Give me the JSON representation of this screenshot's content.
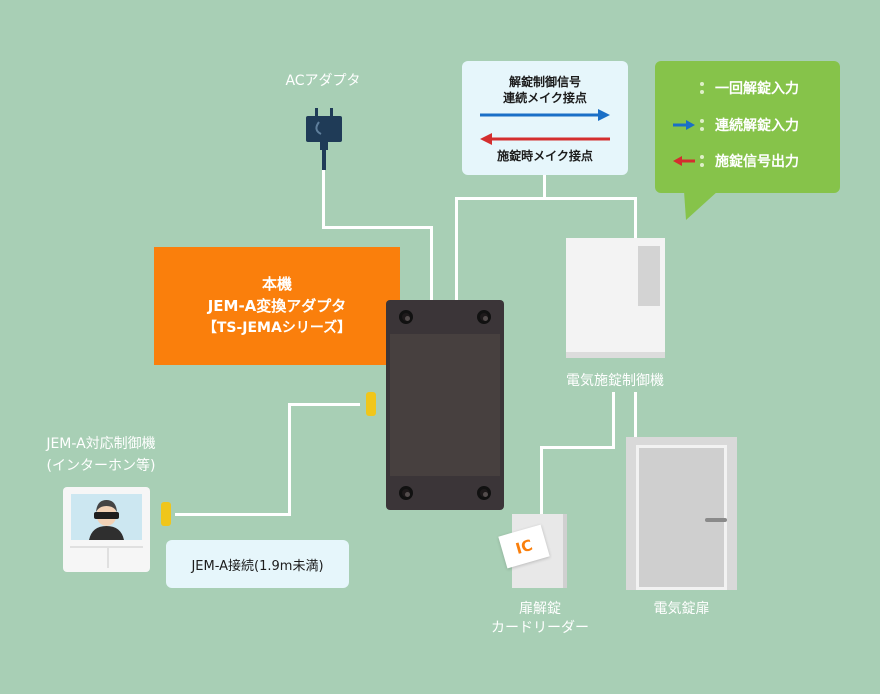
{
  "ac_adapter": {
    "label": "ACアダプタ"
  },
  "main_adapter": {
    "line1": "本機",
    "line2": "JEM-A変換アダプタ",
    "line3": "【TS-JEMAシリーズ】"
  },
  "signal_box": {
    "line1": "解錠制御信号",
    "line2": "連続メイク接点",
    "line3": "施錠時メイク接点",
    "arrow_right_color": "#1a6fc7",
    "arrow_left_color": "#d42e2e"
  },
  "legend": {
    "items": [
      {
        "label": "一回解錠入力",
        "marker": "colon-icon"
      },
      {
        "label": "連続解錠入力",
        "marker": "arrow-right-icon",
        "color": "#1a6fc7"
      },
      {
        "label": "施錠信号出力",
        "marker": "arrow-left-icon",
        "color": "#d42e2e"
      }
    ]
  },
  "lock_controller": {
    "label": "電気施錠制御機"
  },
  "intercom": {
    "label_line1": "JEM-A対応制御機",
    "label_line2": "(インターホン等)"
  },
  "connection": {
    "label": "JEM-A接続(1.9m未満)"
  },
  "card_reader": {
    "label_line1": "扉解錠",
    "label_line2": "カードリーダー",
    "card_text": "IC"
  },
  "door": {
    "label": "電気錠扉"
  },
  "colors": {
    "background": "#a8cfb5",
    "accent_orange": "#fa7f0c",
    "legend_green": "#86c34a",
    "wire": "#ffffff"
  }
}
